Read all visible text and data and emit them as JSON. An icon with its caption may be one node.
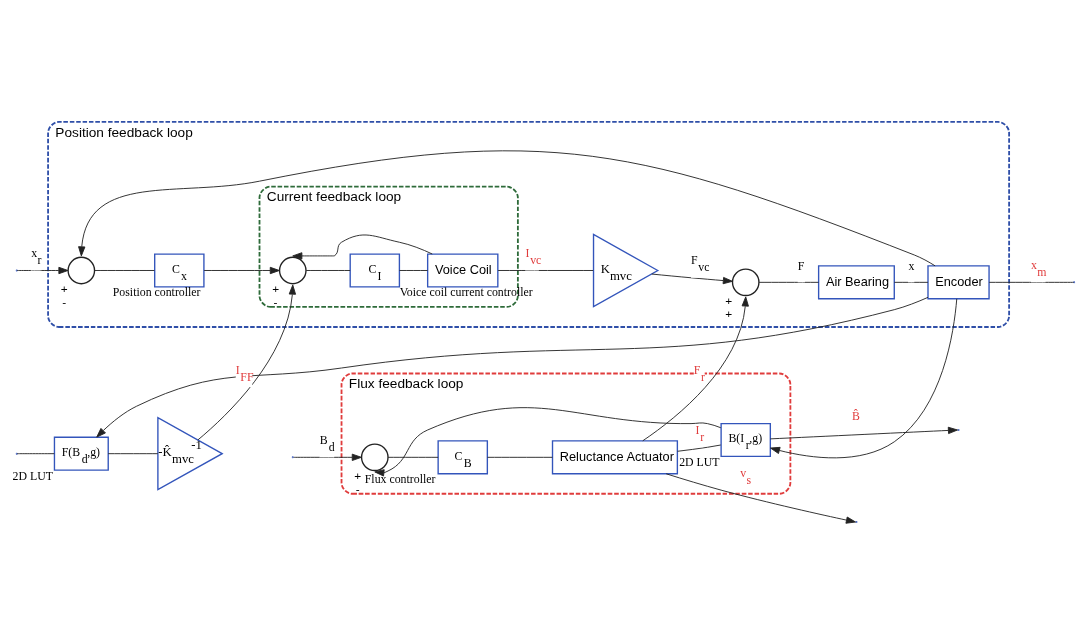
{
  "diagram": {
    "nodes": [
      {
        "text": [
          "Flux feedback loop"
        ]
      },
      {
        "text": [],
        "shape": "circle",
        "in": 0,
        "beside": [
          "+",
          "-"
        ]
      },
      {
        "text": [
          "C$_{B}$"
        ],
        "in": 0,
        "beside": [
          "Flux controller"
        ]
      },
      {
        "text": [
          "Reluctance Actuator"
        ],
        "in": 0
      },
      {
        "text": [
          "B(I$_{r}$,g)"
        ],
        "in": 0,
        "beside": [
          "2D LUT"
        ]
      },
      {
        "text": [
          "Position feedback loop"
        ]
      },
      {
        "text": [],
        "shape": "circle",
        "in": 5,
        "beside": [
          "+",
          "-"
        ]
      },
      {
        "text": [
          "C$_{x}$"
        ],
        "in": 5,
        "beside": [
          "Position controller"
        ]
      },
      {
        "text": [
          "Current feedback loop"
        ],
        "in": 5
      },
      {
        "text": [],
        "shape": "circle",
        "in": 8,
        "beside": [
          "+",
          "-"
        ]
      },
      {
        "text": [
          "C$_{I}$"
        ],
        "in": 8,
        "beside": [
          "Voice coil current controller"
        ]
      },
      {
        "text": [
          "Voice Coil"
        ],
        "in": 8
      },
      {
        "text": [
          "K$_{mvc}$"
        ],
        "in": 5
      },
      {
        "text": [],
        "shape": "circle",
        "in": 5,
        "beside": [
          "+",
          "+"
        ]
      },
      {
        "text": [
          "Air Bearing"
        ],
        "in": 5
      },
      {
        "text": [
          "Encoder"
        ],
        "in": 5
      },
      {
        "text": [
          "F(B$_{d}$,g)"
        ],
        "beside": [
          "2D LUT"
        ]
      },
      {
        "text": [
          "-K̂$_{mvc}$$^{-1}$"
        ]
      }
    ],
    "edges": [
      {
        "from": null,
        "to": 1,
        "arrow": "to",
        "label": "B$_{d}$"
      },
      {
        "from": null,
        "to": 16,
        "arrow": "none"
      },
      {
        "from": 1,
        "to": 2,
        "arrow": "none"
      },
      {
        "from": 2,
        "to": 3,
        "arrow": "none"
      },
      {
        "from": 3,
        "to": null,
        "arrow": "to",
        "label": "v$_{s}$"
      },
      {
        "from": 3,
        "to": 4,
        "arrow": "none",
        "label": "I$_{r}$"
      },
      {
        "from": 4,
        "to": null,
        "arrow": "to",
        "label": "B̂"
      },
      {
        "from": 4,
        "to": 1,
        "arrow": "to"
      },
      {
        "from": 15,
        "to": 4,
        "arrow": "to"
      },
      {
        "from": 16,
        "to": 17,
        "arrow": "none"
      },
      {
        "from": 17,
        "to": 9,
        "arrow": "to",
        "label": "I$_{FF}$"
      },
      {
        "from": 15,
        "to": 16,
        "arrow": "to"
      },
      {
        "from": null,
        "to": 6,
        "arrow": "to",
        "label": "x$_{r}$"
      },
      {
        "from": 6,
        "to": 7,
        "arrow": "none"
      },
      {
        "from": 7,
        "to": 9,
        "arrow": "to"
      },
      {
        "from": 9,
        "to": 10,
        "arrow": "none"
      },
      {
        "from": 10,
        "to": 11,
        "arrow": "none"
      },
      {
        "from": 11,
        "to": 12,
        "arrow": "none",
        "label": "I$_{vc}$"
      },
      {
        "from": 11,
        "to": 9,
        "arrow": "to"
      },
      {
        "from": 12,
        "to": 13,
        "arrow": "to",
        "label": "F$_{vc}$"
      },
      {
        "from": 3,
        "to": 13,
        "arrow": "to",
        "label": "F$_{r}$"
      },
      {
        "from": 13,
        "to": 14,
        "arrow": "none",
        "label": "F"
      },
      {
        "from": 14,
        "to": 15,
        "arrow": "none",
        "label": "x"
      },
      {
        "from": 15,
        "to": null,
        "arrow": "none",
        "label": "x$_{m}$"
      },
      {
        "from": 15,
        "to": 6,
        "arrow": "to"
      }
    ]
  }
}
